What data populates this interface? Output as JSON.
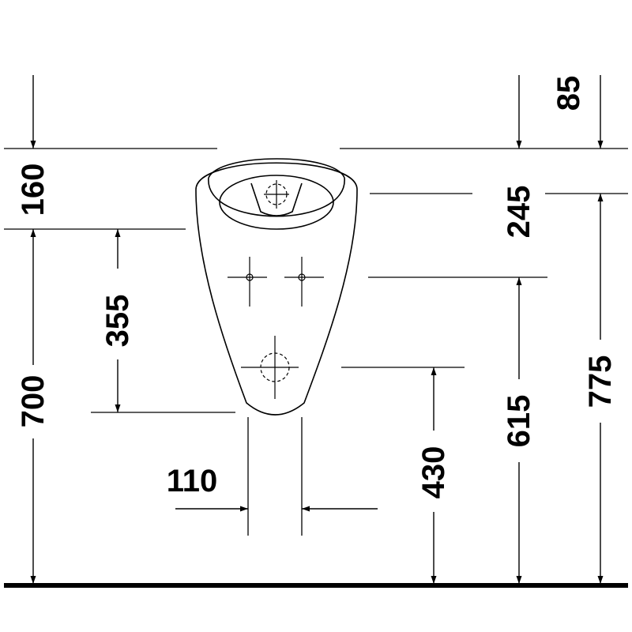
{
  "dimensions": {
    "d160": "160",
    "d700": "700",
    "d355": "355",
    "d110": "110",
    "d430": "430",
    "d615": "615",
    "d775": "775",
    "d245": "245",
    "d85": "85"
  }
}
